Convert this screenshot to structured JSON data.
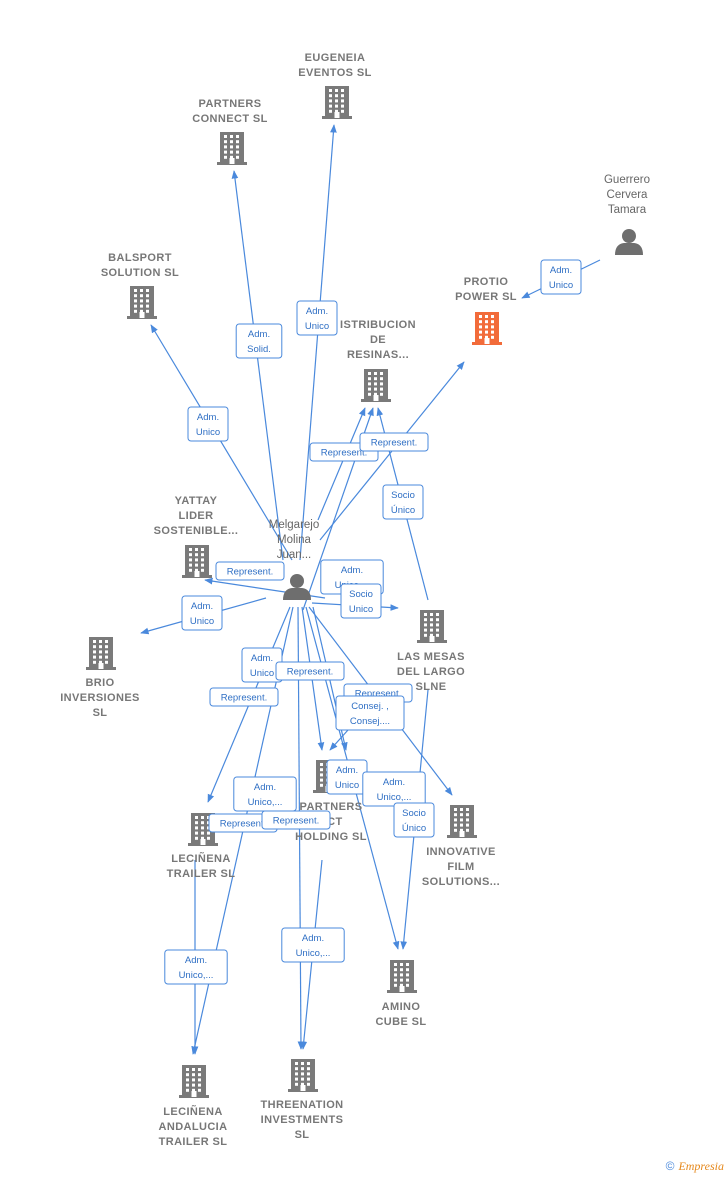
{
  "colors": {
    "edge": "#4a89dc",
    "building": "#7a7a7a",
    "highlight": "#f26b3a",
    "label": "#777777"
  },
  "nodes": [
    {
      "id": "eugeneia",
      "type": "company",
      "lines": [
        "EUGENEIA",
        "EVENTOS SL"
      ]
    },
    {
      "id": "partners_connect",
      "type": "company",
      "lines": [
        "PARTNERS",
        "CONNECT SL"
      ]
    },
    {
      "id": "balsport",
      "type": "company",
      "lines": [
        "BALSPORT",
        "SOLUTION SL"
      ]
    },
    {
      "id": "protio",
      "type": "company",
      "highlight": true,
      "lines": [
        "PROTIO",
        "POWER  SL"
      ]
    },
    {
      "id": "guerrero",
      "type": "person",
      "lines": [
        "Guerrero",
        "Cervera",
        "Tamara"
      ]
    },
    {
      "id": "distribucion",
      "type": "company",
      "lines": [
        "ISTRIBUCION",
        "DE",
        "RESINAS..."
      ]
    },
    {
      "id": "yattay",
      "type": "company",
      "lines": [
        "YATTAY",
        "LIDER",
        "SOSTENIBLE..."
      ]
    },
    {
      "id": "melgarejo",
      "type": "person",
      "lines": [
        "Melgarejo",
        "Molina",
        "Juan..."
      ]
    },
    {
      "id": "brio",
      "type": "company",
      "lines": [
        "BRIO",
        "INVERSIONES",
        "SL"
      ]
    },
    {
      "id": "las_mesas",
      "type": "company",
      "lines": [
        "LAS MESAS",
        "DEL LARGO",
        "SLNE"
      ]
    },
    {
      "id": "partners_direct",
      "type": "company",
      "lines": [
        "PARTNERS",
        "ECT",
        "HOLDING  SL"
      ]
    },
    {
      "id": "innovative",
      "type": "company",
      "lines": [
        "INNOVATIVE",
        "FILM",
        "SOLUTIONS..."
      ]
    },
    {
      "id": "leciñena_trailer",
      "type": "company",
      "lines": [
        "LECIÑENA",
        "TRAILER  SL"
      ]
    },
    {
      "id": "amino",
      "type": "company",
      "lines": [
        "AMINO",
        "CUBE  SL"
      ]
    },
    {
      "id": "threenation",
      "type": "company",
      "lines": [
        "THREENATION",
        "INVESTMENTS",
        "SL"
      ]
    },
    {
      "id": "leciñena_andalucia",
      "type": "company",
      "lines": [
        "LECIÑENA",
        "ANDALUCIA",
        "TRAILER  SL"
      ]
    }
  ],
  "edge_labels": [
    {
      "lines": [
        "Adm.",
        "Unico"
      ]
    },
    {
      "lines": [
        "Adm.",
        "Solid."
      ]
    },
    {
      "lines": [
        "Adm.",
        "Unico"
      ]
    },
    {
      "lines": [
        "Adm.",
        "Unico"
      ]
    },
    {
      "lines": [
        "Represent."
      ]
    },
    {
      "lines": [
        "Represent."
      ]
    },
    {
      "lines": [
        "Socio",
        "Único"
      ]
    },
    {
      "lines": [
        "Represent."
      ]
    },
    {
      "lines": [
        "Adm.",
        "Unico"
      ]
    },
    {
      "lines": [
        "Adm.",
        "Unico,..."
      ]
    },
    {
      "lines": [
        "Socio",
        "Unico"
      ]
    },
    {
      "lines": [
        "Adm.",
        "Unico"
      ]
    },
    {
      "lines": [
        "Represent."
      ]
    },
    {
      "lines": [
        "Represent."
      ]
    },
    {
      "lines": [
        "Represent."
      ]
    },
    {
      "lines": [
        "Consej. ,",
        "Consej...."
      ]
    },
    {
      "lines": [
        "Adm.",
        "Unico"
      ]
    },
    {
      "lines": [
        "Adm.",
        "Unico,..."
      ]
    },
    {
      "lines": [
        "Adm.",
        "Unico,..."
      ]
    },
    {
      "lines": [
        "Represent."
      ]
    },
    {
      "lines": [
        "Represent."
      ]
    },
    {
      "lines": [
        "Socio",
        "Único"
      ]
    },
    {
      "lines": [
        "Adm.",
        "Unico,..."
      ]
    },
    {
      "lines": [
        "Adm.",
        "Unico,..."
      ]
    }
  ],
  "footer": {
    "copyright": "©",
    "brand": "Empresia"
  }
}
